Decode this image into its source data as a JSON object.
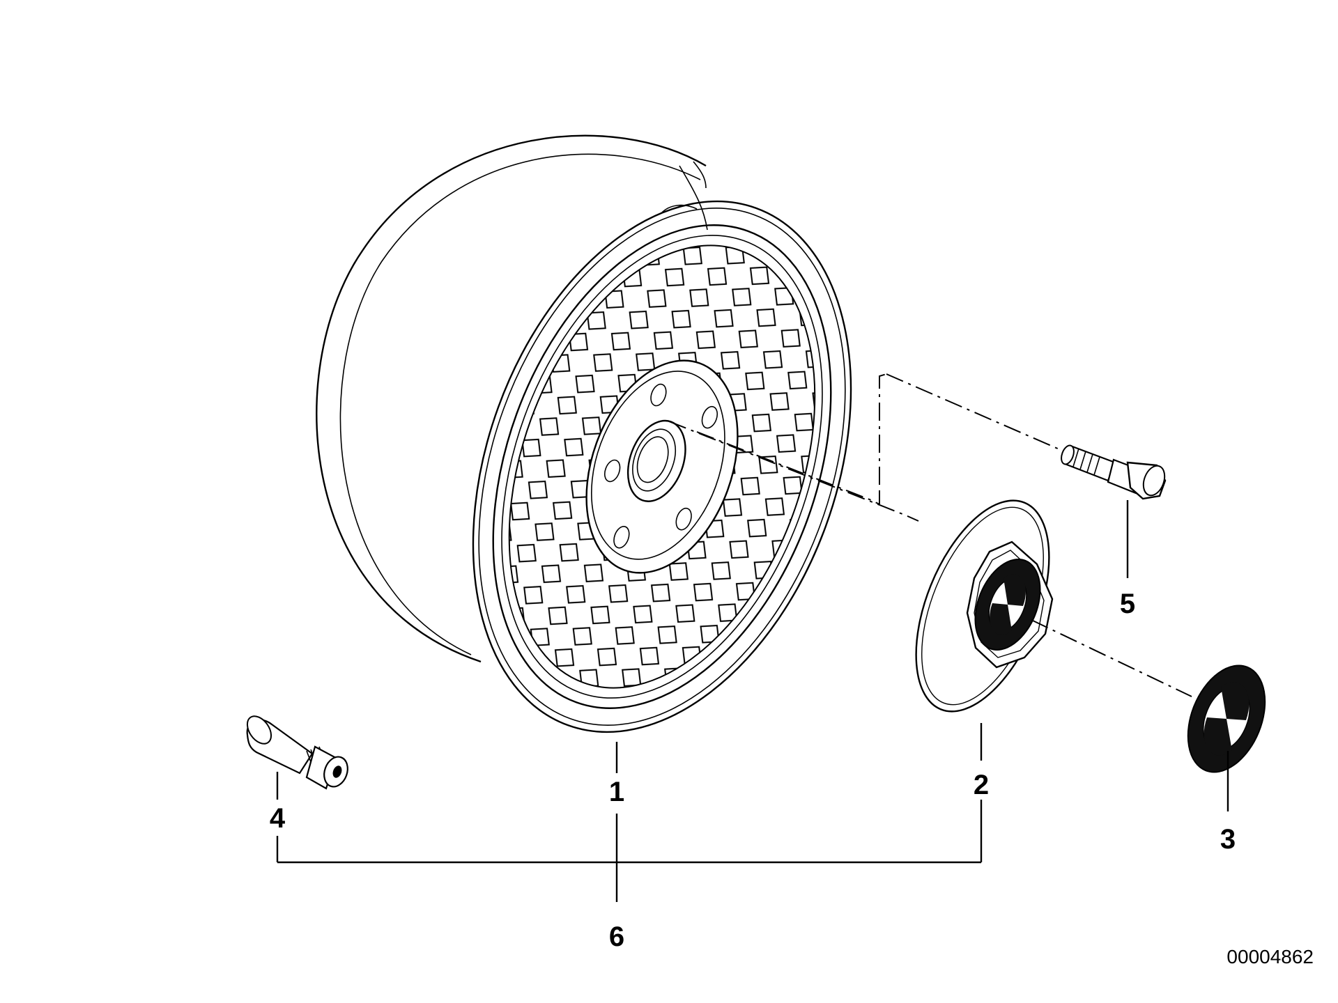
{
  "diagram": {
    "parts": [
      {
        "id": "1",
        "label": "1",
        "name": "wheel-rim"
      },
      {
        "id": "2",
        "label": "2",
        "name": "hub-cap"
      },
      {
        "id": "3",
        "label": "3",
        "name": "emblem"
      },
      {
        "id": "4",
        "label": "4",
        "name": "valve-stem"
      },
      {
        "id": "5",
        "label": "5",
        "name": "wheel-bolt"
      },
      {
        "id": "6",
        "label": "6",
        "name": "wheel-assembly"
      }
    ],
    "document_number": "00004862"
  }
}
